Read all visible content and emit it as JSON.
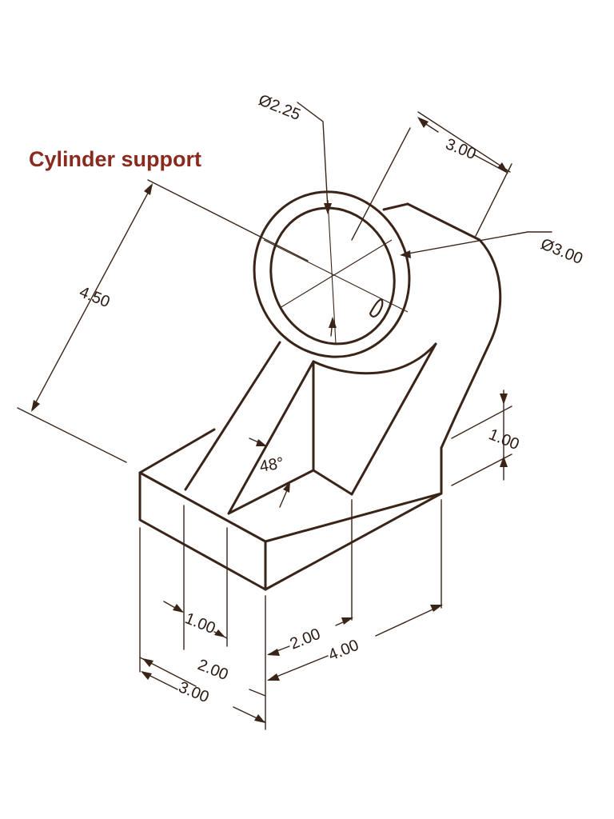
{
  "title": "Cylinder support",
  "dimensions": {
    "inner_diameter": "Ø2.25",
    "outer_diameter": "Ø3.00",
    "cylinder_length": "3.00",
    "height": "4.50",
    "base_height": "1.00",
    "angle": "48°",
    "slot_offset": "1.00",
    "slot_width": "2.00",
    "base_depth": "3.00",
    "pocket_length": "2.00",
    "base_length": "4.00"
  }
}
